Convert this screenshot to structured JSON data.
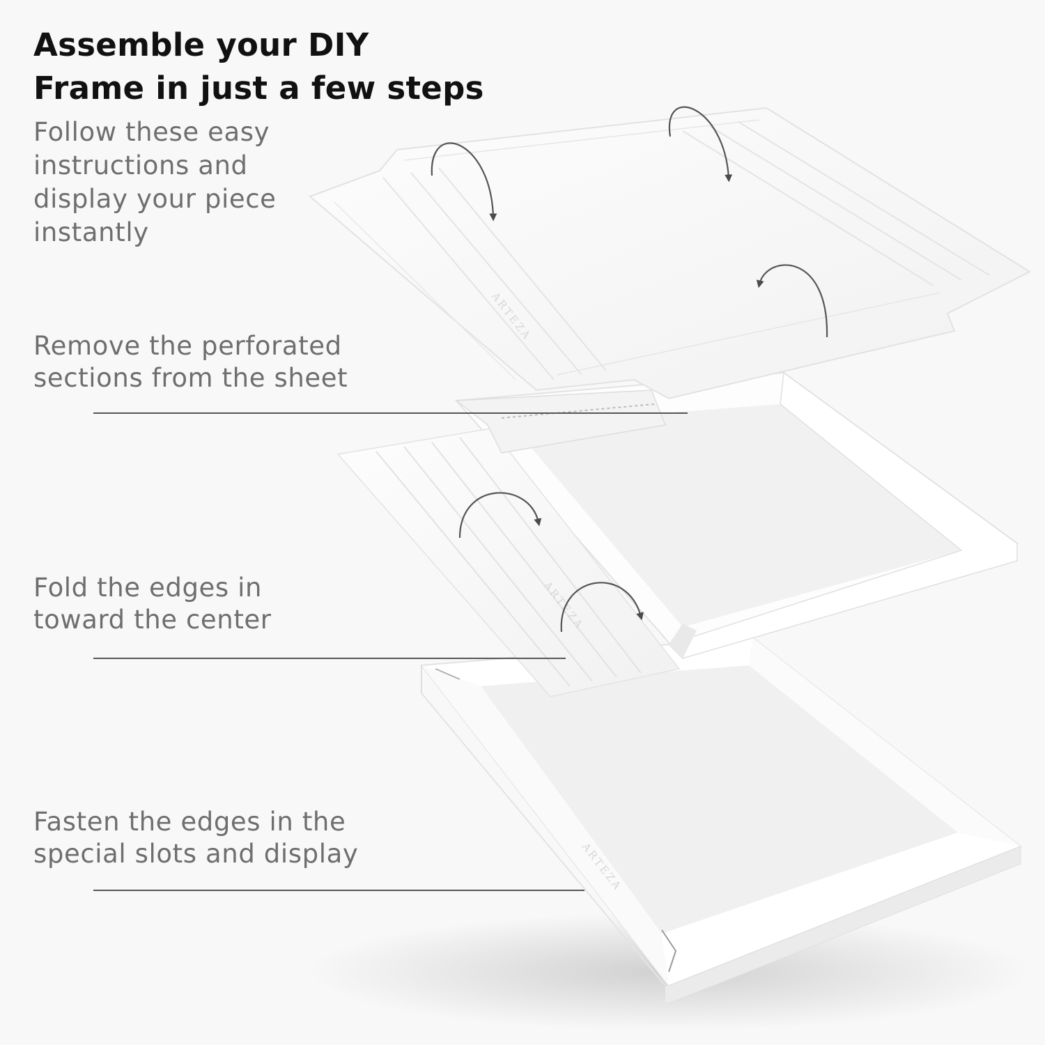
{
  "headline": {
    "line1": "Assemble your DIY",
    "line2": "Frame in just a few steps"
  },
  "subtitle": {
    "line1": "Follow these easy",
    "line2": "instructions and",
    "line3": "display your piece",
    "line4": "instantly"
  },
  "steps": [
    {
      "line1": "Remove the perforated",
      "line2": "sections from the sheet"
    },
    {
      "line1": "Fold the edges in",
      "line2": "toward the center"
    },
    {
      "line1": "Fasten the edges in the",
      "line2": "special slots and display"
    }
  ],
  "brand_mark": "ARTEZA",
  "icons": [
    "fold-arrow-icon"
  ],
  "colors": {
    "headline": "#111111",
    "body_text": "#6e6e6e",
    "leader_line": "#555555",
    "background": "#f8f8f8"
  }
}
